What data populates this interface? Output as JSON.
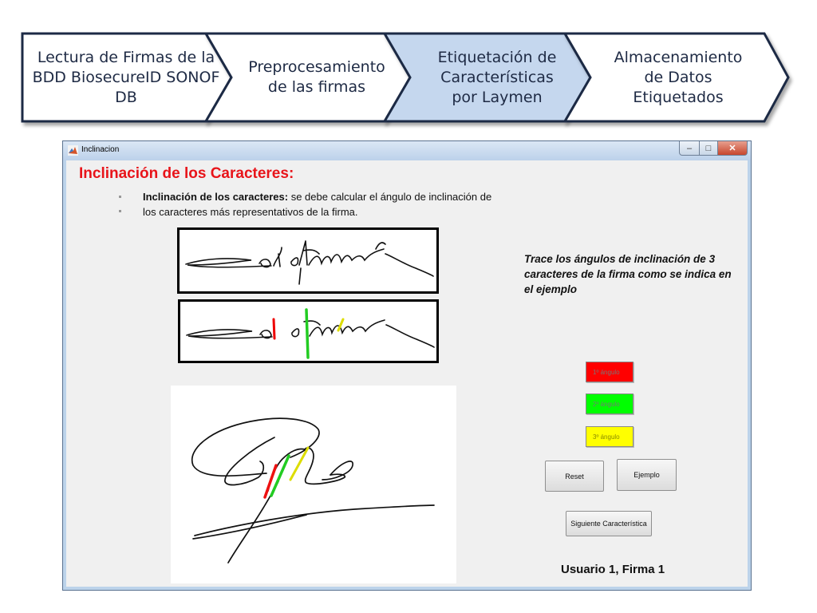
{
  "flow": {
    "steps": [
      {
        "label": "Lectura de Firmas de la\nBDD BiosecureID SONOF\nDB",
        "highlighted": false
      },
      {
        "label": "Preprocesamiento\nde las firmas",
        "highlighted": false
      },
      {
        "label": "Etiquetación de\nCaracterísticas\npor Laymen",
        "highlighted": true
      },
      {
        "label": "Almacenamiento\nde Datos\nEtiquetados",
        "highlighted": false
      }
    ],
    "colors": {
      "normal_fill": "#ffffff",
      "highlight_fill": "#c5d7ee",
      "border": "#1e2a44"
    }
  },
  "window": {
    "title": "Inclinacion",
    "heading": "Inclinación de los Caracteres:",
    "description_bold": "Inclinación de los caracteres:",
    "description_rest": " se debe calcular el ángulo de inclinación de los caracteres más representativos de la firma.",
    "instruction": "Trace los ángulos de inclinación de 3 caracteres de la firma como se indica en el ejemplo",
    "angle_buttons": [
      {
        "label": "1º ángulo",
        "color": "#ff0000"
      },
      {
        "label": "2º ángulo",
        "color": "#00ff00"
      },
      {
        "label": "3º ángulo",
        "color": "#ffff00"
      }
    ],
    "reset_label": "Reset",
    "example_label": "Ejemplo",
    "next_label": "Siguiente Característica",
    "user_label": "Usuario 1, Firma 1"
  }
}
